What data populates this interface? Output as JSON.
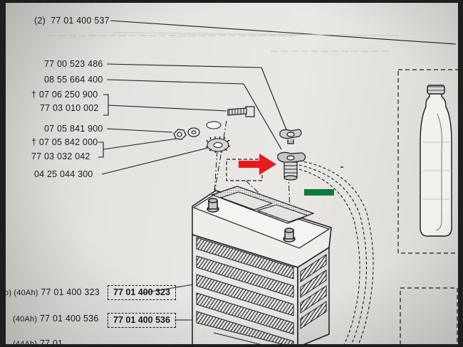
{
  "labels": {
    "ref_2": "(2)",
    "pn_537": "77 01 400 537",
    "pn_486": "77 00 523 486",
    "pn_400": "08 55 664 400",
    "pn_900a": "07 06 250 900",
    "pn_002": "77 03 010 002",
    "pn_900b": "07 05 841 900",
    "pn_000": "07 05 842 000",
    "pn_042": "77 03 032 042",
    "pn_300": "04 25 044 300",
    "dagger": "†"
  },
  "battery_rows": [
    {
      "prefix": "o) (40Ah)",
      "part": "77 01 400 323",
      "boxed": "77 01 400 323"
    },
    {
      "prefix": "(40Ah)",
      "part": "77 01 400 536",
      "boxed": "77 01 400 536"
    },
    {
      "prefix": "(44Ah)",
      "part": "77 01"
    }
  ],
  "colors": {
    "arrow": "#e8181f",
    "green_marker": "#0e7a3c",
    "ink": "#1b1b1b"
  }
}
